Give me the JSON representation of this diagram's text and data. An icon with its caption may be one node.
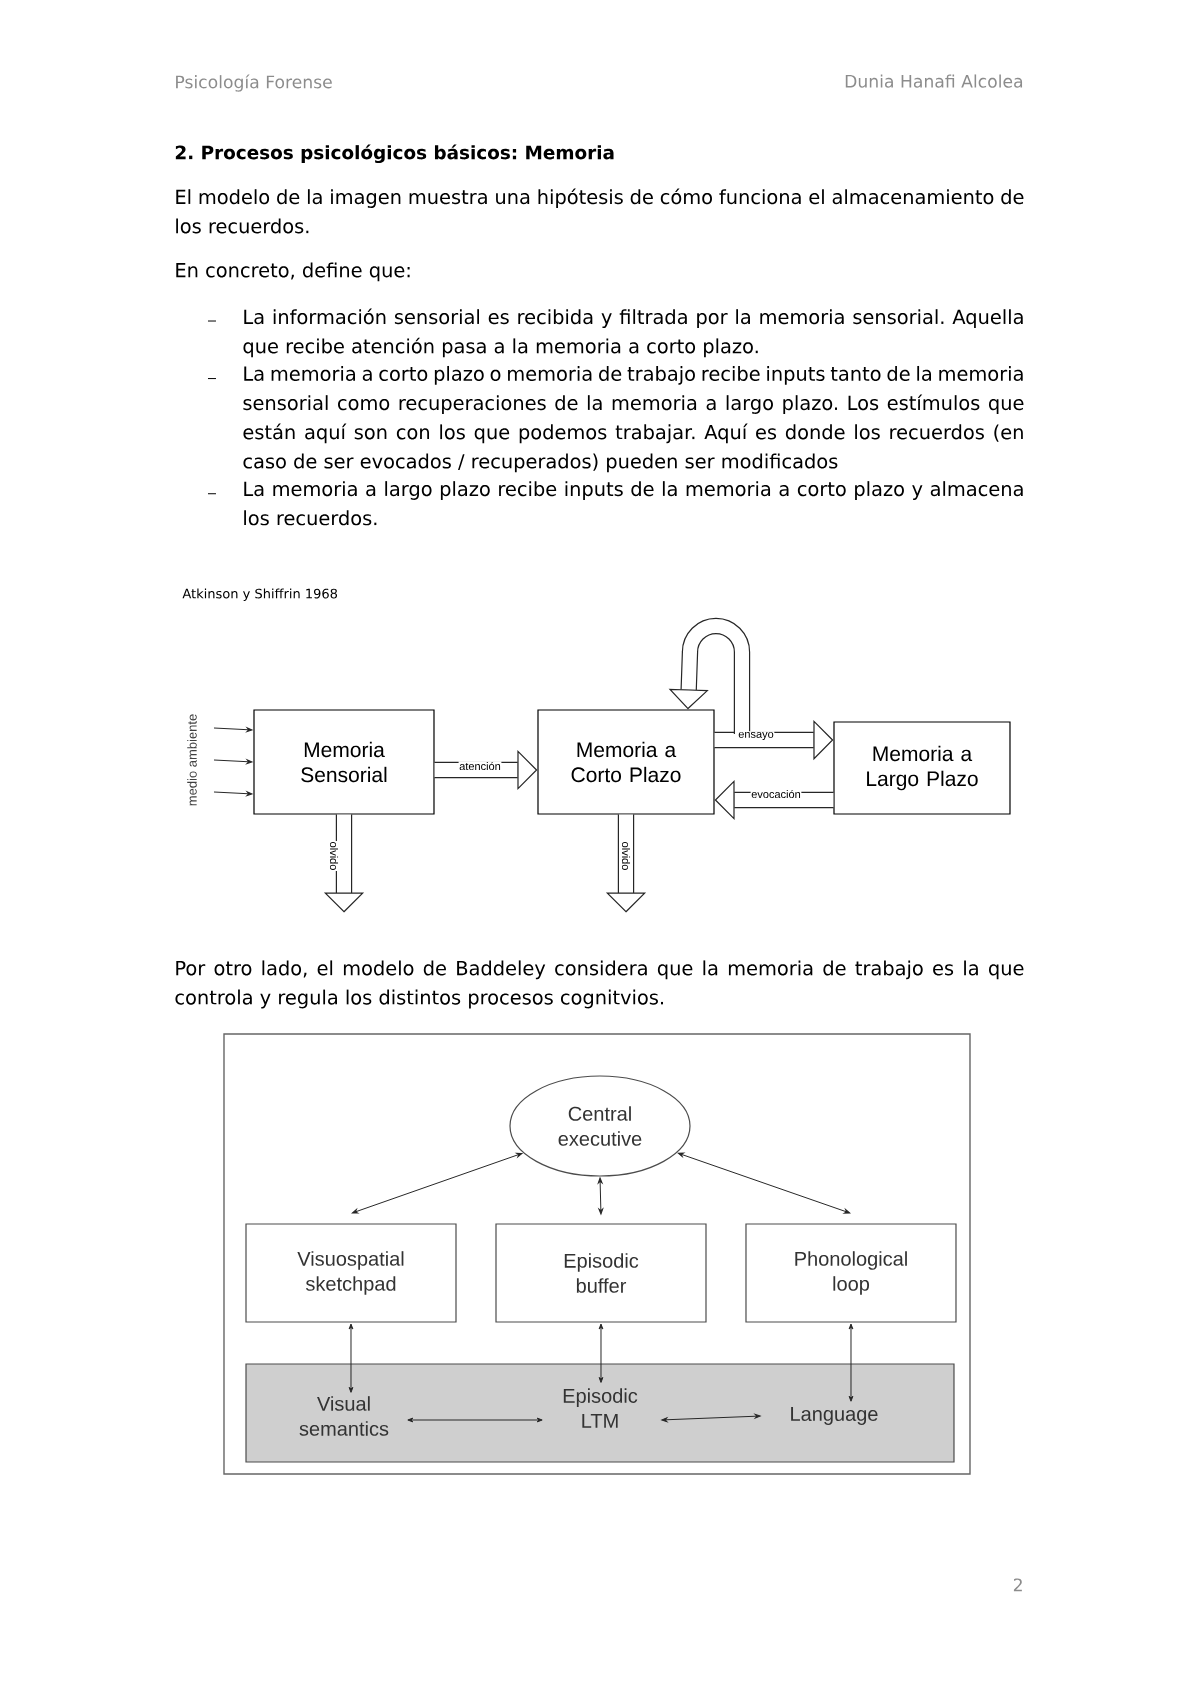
{
  "diagram": {
    "title": "2. Procesos psicológicos básicos: Memoria",
    "nodes": [
      {
        "text": [
          "medio ambiente"
        ]
      },
      {
        "text": [
          "Memoria Sensorial"
        ]
      },
      {
        "text": [
          "Memoria a Corto Plazo"
        ]
      },
      {
        "text": [
          "Memoria a Largo Plazo"
        ]
      },
      {
        "text": [],
        "shape": "box"
      },
      {
        "text": [
          "Central executive"
        ],
        "in": 4
      },
      {
        "text": [
          "Visuospatial sketchpad"
        ],
        "in": 4
      },
      {
        "text": [
          "Episodic buffer"
        ],
        "in": 4
      },
      {
        "text": [
          "Phonological loop"
        ],
        "in": 4
      },
      {
        "text": [],
        "shape": "band",
        "in": 4
      },
      {
        "text": [
          "Visual semantics"
        ],
        "in": 9
      },
      {
        "text": [
          "Episodic LTM"
        ],
        "in": 9
      },
      {
        "text": [
          "Language"
        ],
        "in": 9
      }
    ],
    "edges": [
      {
        "from": 0,
        "to": 1,
        "arrow": "to"
      },
      {
        "from": 0,
        "to": 1,
        "arrow": "to"
      },
      {
        "from": 0,
        "to": 1,
        "arrow": "to"
      },
      {
        "from": 1,
        "to": 2,
        "arrow": "to",
        "label": "atención",
        "style": "thick"
      },
      {
        "from": 2,
        "to": 3,
        "arrow": "to",
        "label": "ensayo",
        "style": "thick"
      },
      {
        "from": 3,
        "to": 2,
        "arrow": "to",
        "label": "evocación",
        "style": "thick"
      },
      {
        "from": null,
        "to": 2,
        "arrow": "to",
        "style": "thick"
      },
      {
        "from": 1,
        "to": null,
        "arrow": "to",
        "label": "olvido",
        "style": "thick"
      },
      {
        "from": 2,
        "to": null,
        "arrow": "to",
        "label": "olvido",
        "style": "thick"
      },
      {
        "from": 5,
        "to": 6,
        "arrow": "both"
      },
      {
        "from": 5,
        "to": 7,
        "arrow": "both"
      },
      {
        "from": 5,
        "to": 8,
        "arrow": "both"
      },
      {
        "from": 6,
        "to": 10,
        "arrow": "both"
      },
      {
        "from": 7,
        "to": 11,
        "arrow": "both"
      },
      {
        "from": 8,
        "to": 12,
        "arrow": "both"
      },
      {
        "from": 10,
        "to": 11,
        "arrow": "both"
      },
      {
        "from": 11,
        "to": 12,
        "arrow": "both"
      }
    ],
    "labels": [
      "Psicología Forense",
      "Dunia Hanafi Alcolea",
      "El modelo de la imagen muestra una hipótesis de cómo funciona el almacenamiento de los recuerdos.",
      "En concreto, define que:",
      "La información sensorial es recibida y filtrada por la memoria sensorial. Aquella que recibe atención pasa a la memoria a corto plazo.",
      "La memoria a corto plazo o memoria de trabajo recibe inputs tanto de la memoria sensorial como recuperaciones de la memoria a largo plazo. Los estímulos que están aquí son con los que podemos trabajar. Aquí es donde los recuerdos (en caso de ser evocados / recuperados) pueden ser modificados",
      "La memoria a largo plazo recibe inputs de la memoria a corto plazo y almacena los recuerdos.",
      "Atkinson y Shiffrin 1968",
      "Por otro lado, el modelo de Baddeley considera que la memoria de trabajo es la que controla y regula los distintos procesos cognitvios.",
      "2"
    ]
  }
}
